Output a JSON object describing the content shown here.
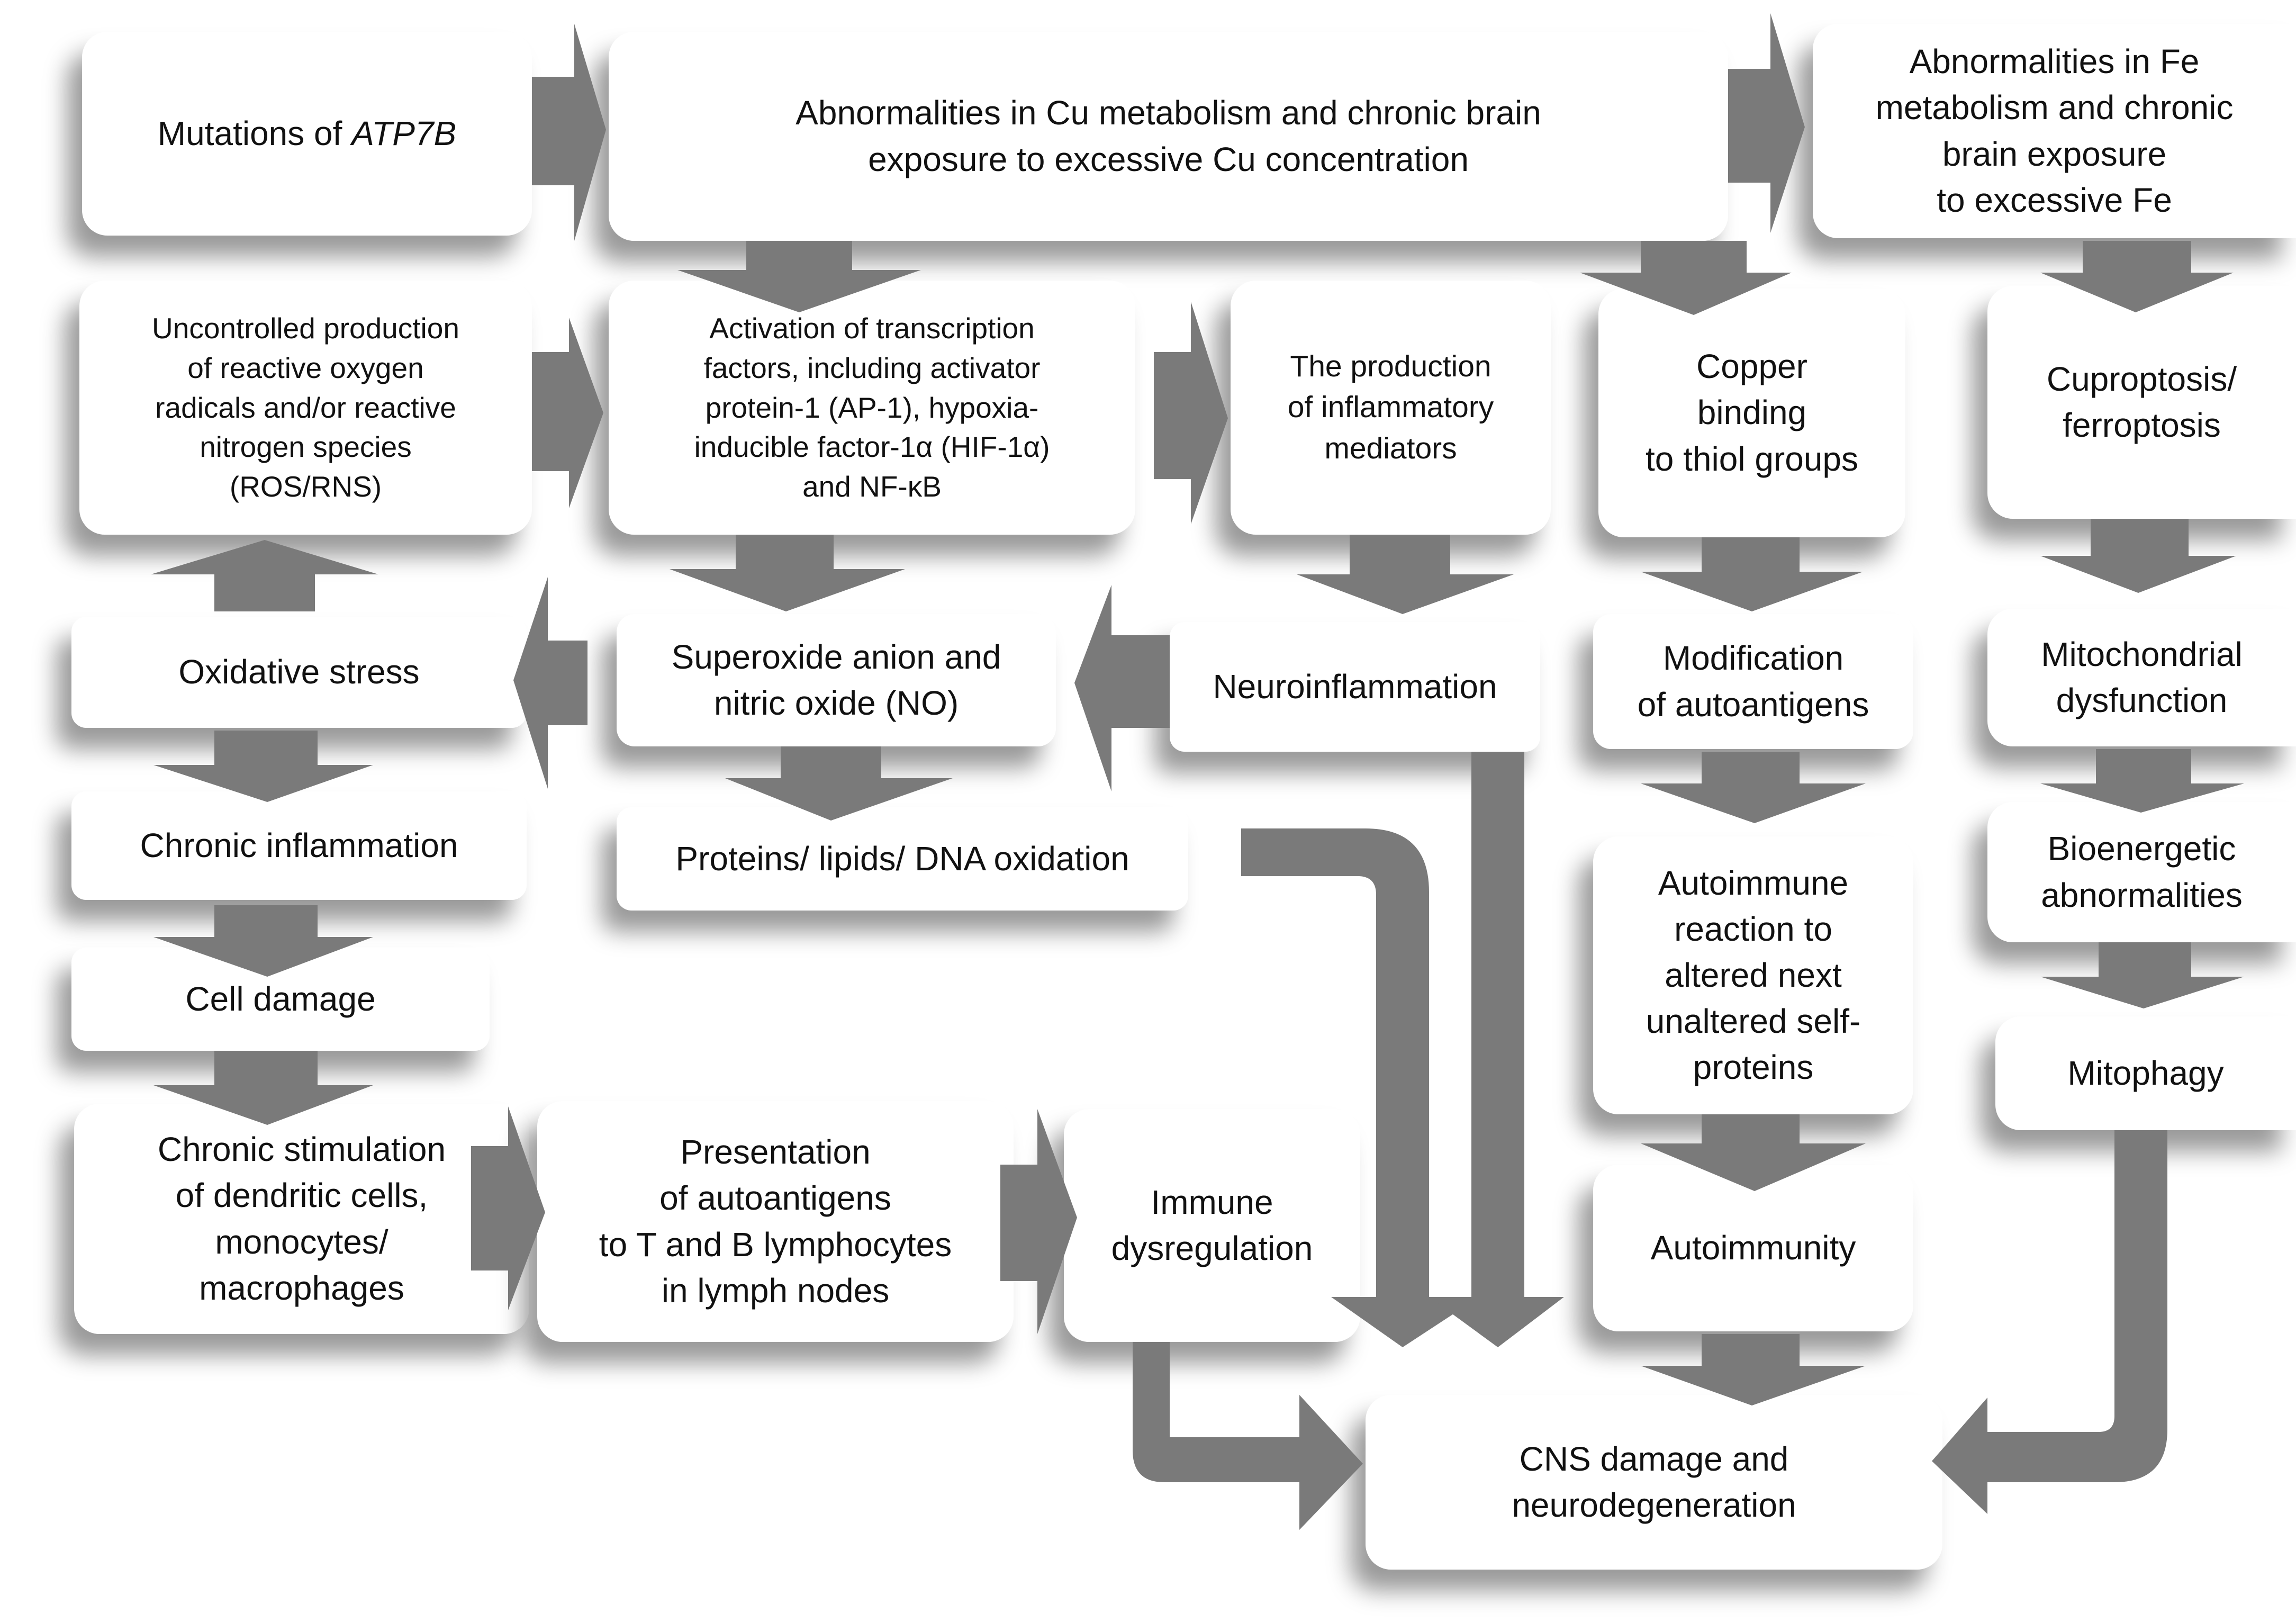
{
  "diagram": {
    "arrow_color": "#7a7a7a",
    "box_color": "#ffffff",
    "shadow_color": "#9a9a9a",
    "nodes": {
      "mutations": {
        "prefix": "Mutations of ",
        "gene": "ATP7B"
      },
      "cu_abnormal": "Abnormalities in Cu metabolism and chronic brain\nexposure to excessive Cu concentration",
      "fe_abnormal": "Abnormalities in Fe\nmetabolism and chronic\nbrain exposure\nto excessive Fe",
      "ros": "Uncontrolled  production\nof reactive oxygen\nradicals and/or reactive\nnitrogen  species\n(ROS/RNS)",
      "transcription": "Activation  of transcription\nfactors,  including activator\nprotein-1 (AP-1), hypoxia-\ninducible factor-1α (HIF-1α)\nand NF-κB",
      "mediators": "The production\nof inflammatory\nmediators",
      "copper_binding": "Copper\nbinding\nto thiol groups",
      "cuproptosis": "Cuproptosis/\nferroptosis",
      "oxidative_stress": "Oxidative stress",
      "superoxide": "Superoxide anion and\nnitric oxide (NO)",
      "neuroinflammation": "Neuroinflammation",
      "autoantigens_mod": "Modification\nof autoantigens",
      "mito_dysfunction": "Mitochondrial\ndysfunction",
      "chronic_inflammation": "Chronic inflammation",
      "oxidation": "Proteins/ lipids/ DNA oxidation",
      "autoimmune_reaction": "Autoimmune\nreaction to\naltered next\nunaltered self-\nproteins",
      "bioenergetic": "Bioenergetic\nabnormalities",
      "cell_damage": "Cell damage",
      "mitophagy": "Mitophagy",
      "chronic_stimulation": "Chronic stimulation\nof dendritic cells,\nmonocytes/\nmacrophages",
      "presentation": "Presentation\nof autoantigens\nto T and B lymphocytes\nin lymph nodes",
      "immune_dysregulation": "Immune\ndysregulation",
      "autoimmunity": "Autoimmunity",
      "cns_damage": "CNS damage and\nneurodegeneration"
    }
  }
}
